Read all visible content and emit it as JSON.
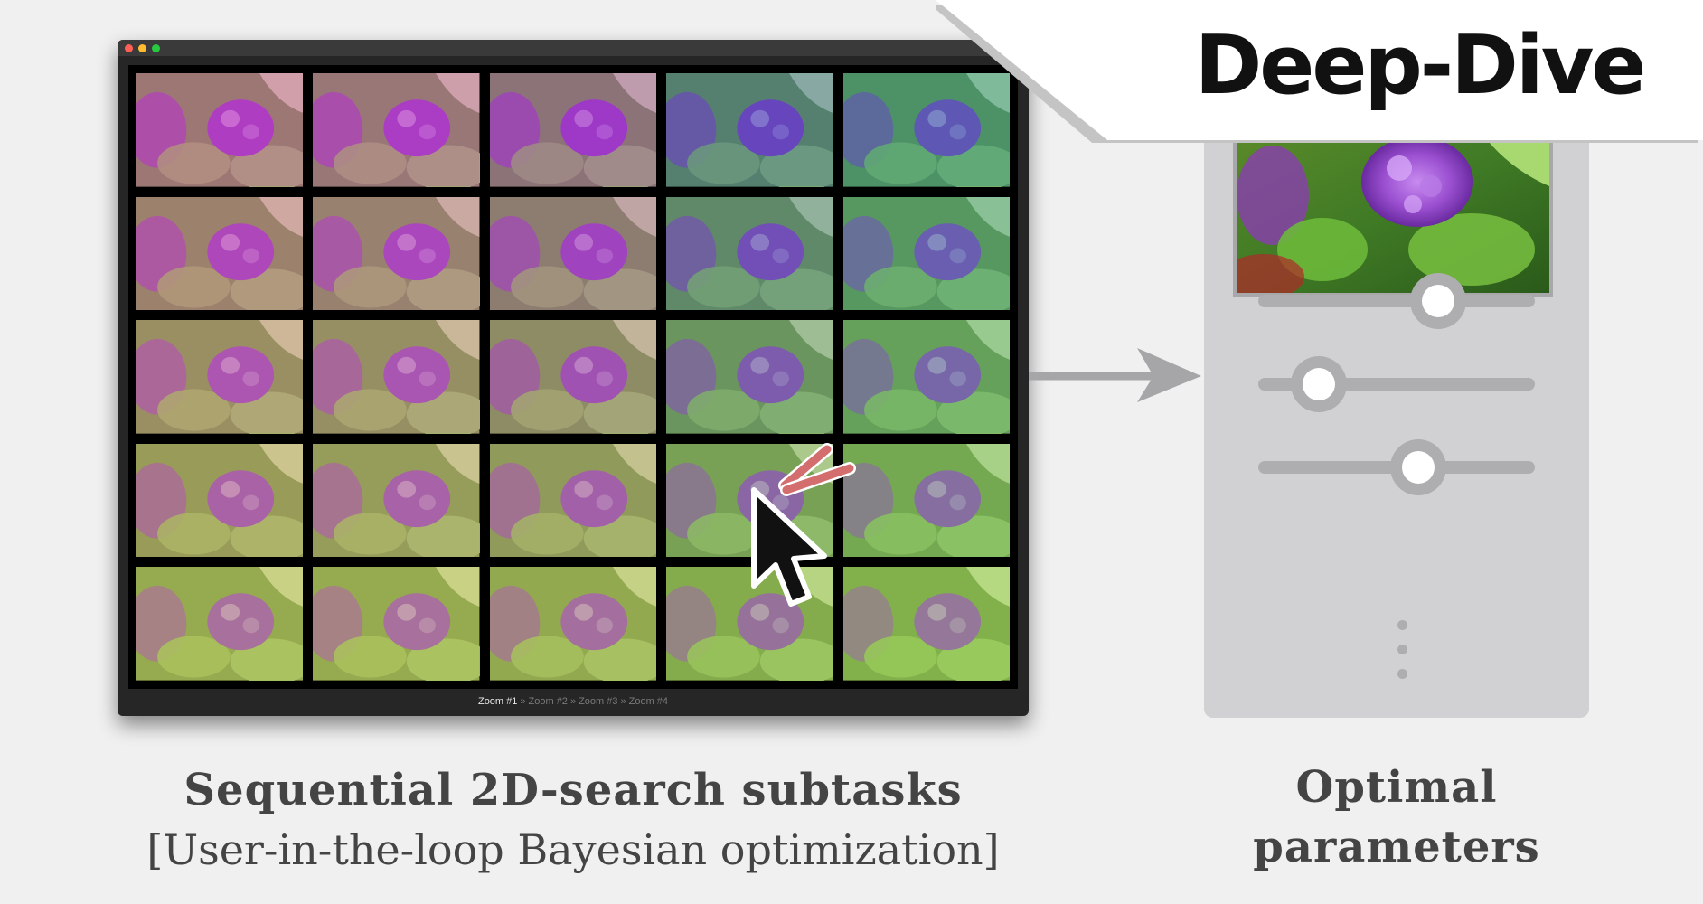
{
  "banner": {
    "title": "Deep-Dive"
  },
  "window": {
    "breadcrumb": [
      {
        "label": "Zoom #1",
        "active": true
      },
      {
        "label": "Zoom #2",
        "active": false
      },
      {
        "label": "Zoom #3",
        "active": false
      },
      {
        "label": "Zoom #4",
        "active": false
      }
    ],
    "breadcrumb_separator": "»",
    "grid": {
      "rows": 5,
      "columns": 5
    },
    "traffic_lights": [
      "#ff5f57",
      "#febc2e",
      "#28c840"
    ]
  },
  "panel": {
    "slider_positions": [
      0.65,
      0.22,
      0.58
    ],
    "more_indicator": "vertical-ellipsis"
  },
  "captions": {
    "left_title": "Sequential 2D-search subtasks",
    "left_subtitle": "[User-in-the-loop Bayesian optimization]",
    "right_line1": "Optimal",
    "right_line2": "parameters"
  },
  "colors": {
    "background": "#f0f0f0",
    "panel": "#d1d1d3",
    "arrow": "#a6a6a8",
    "click_marks": "#d46e6e"
  }
}
